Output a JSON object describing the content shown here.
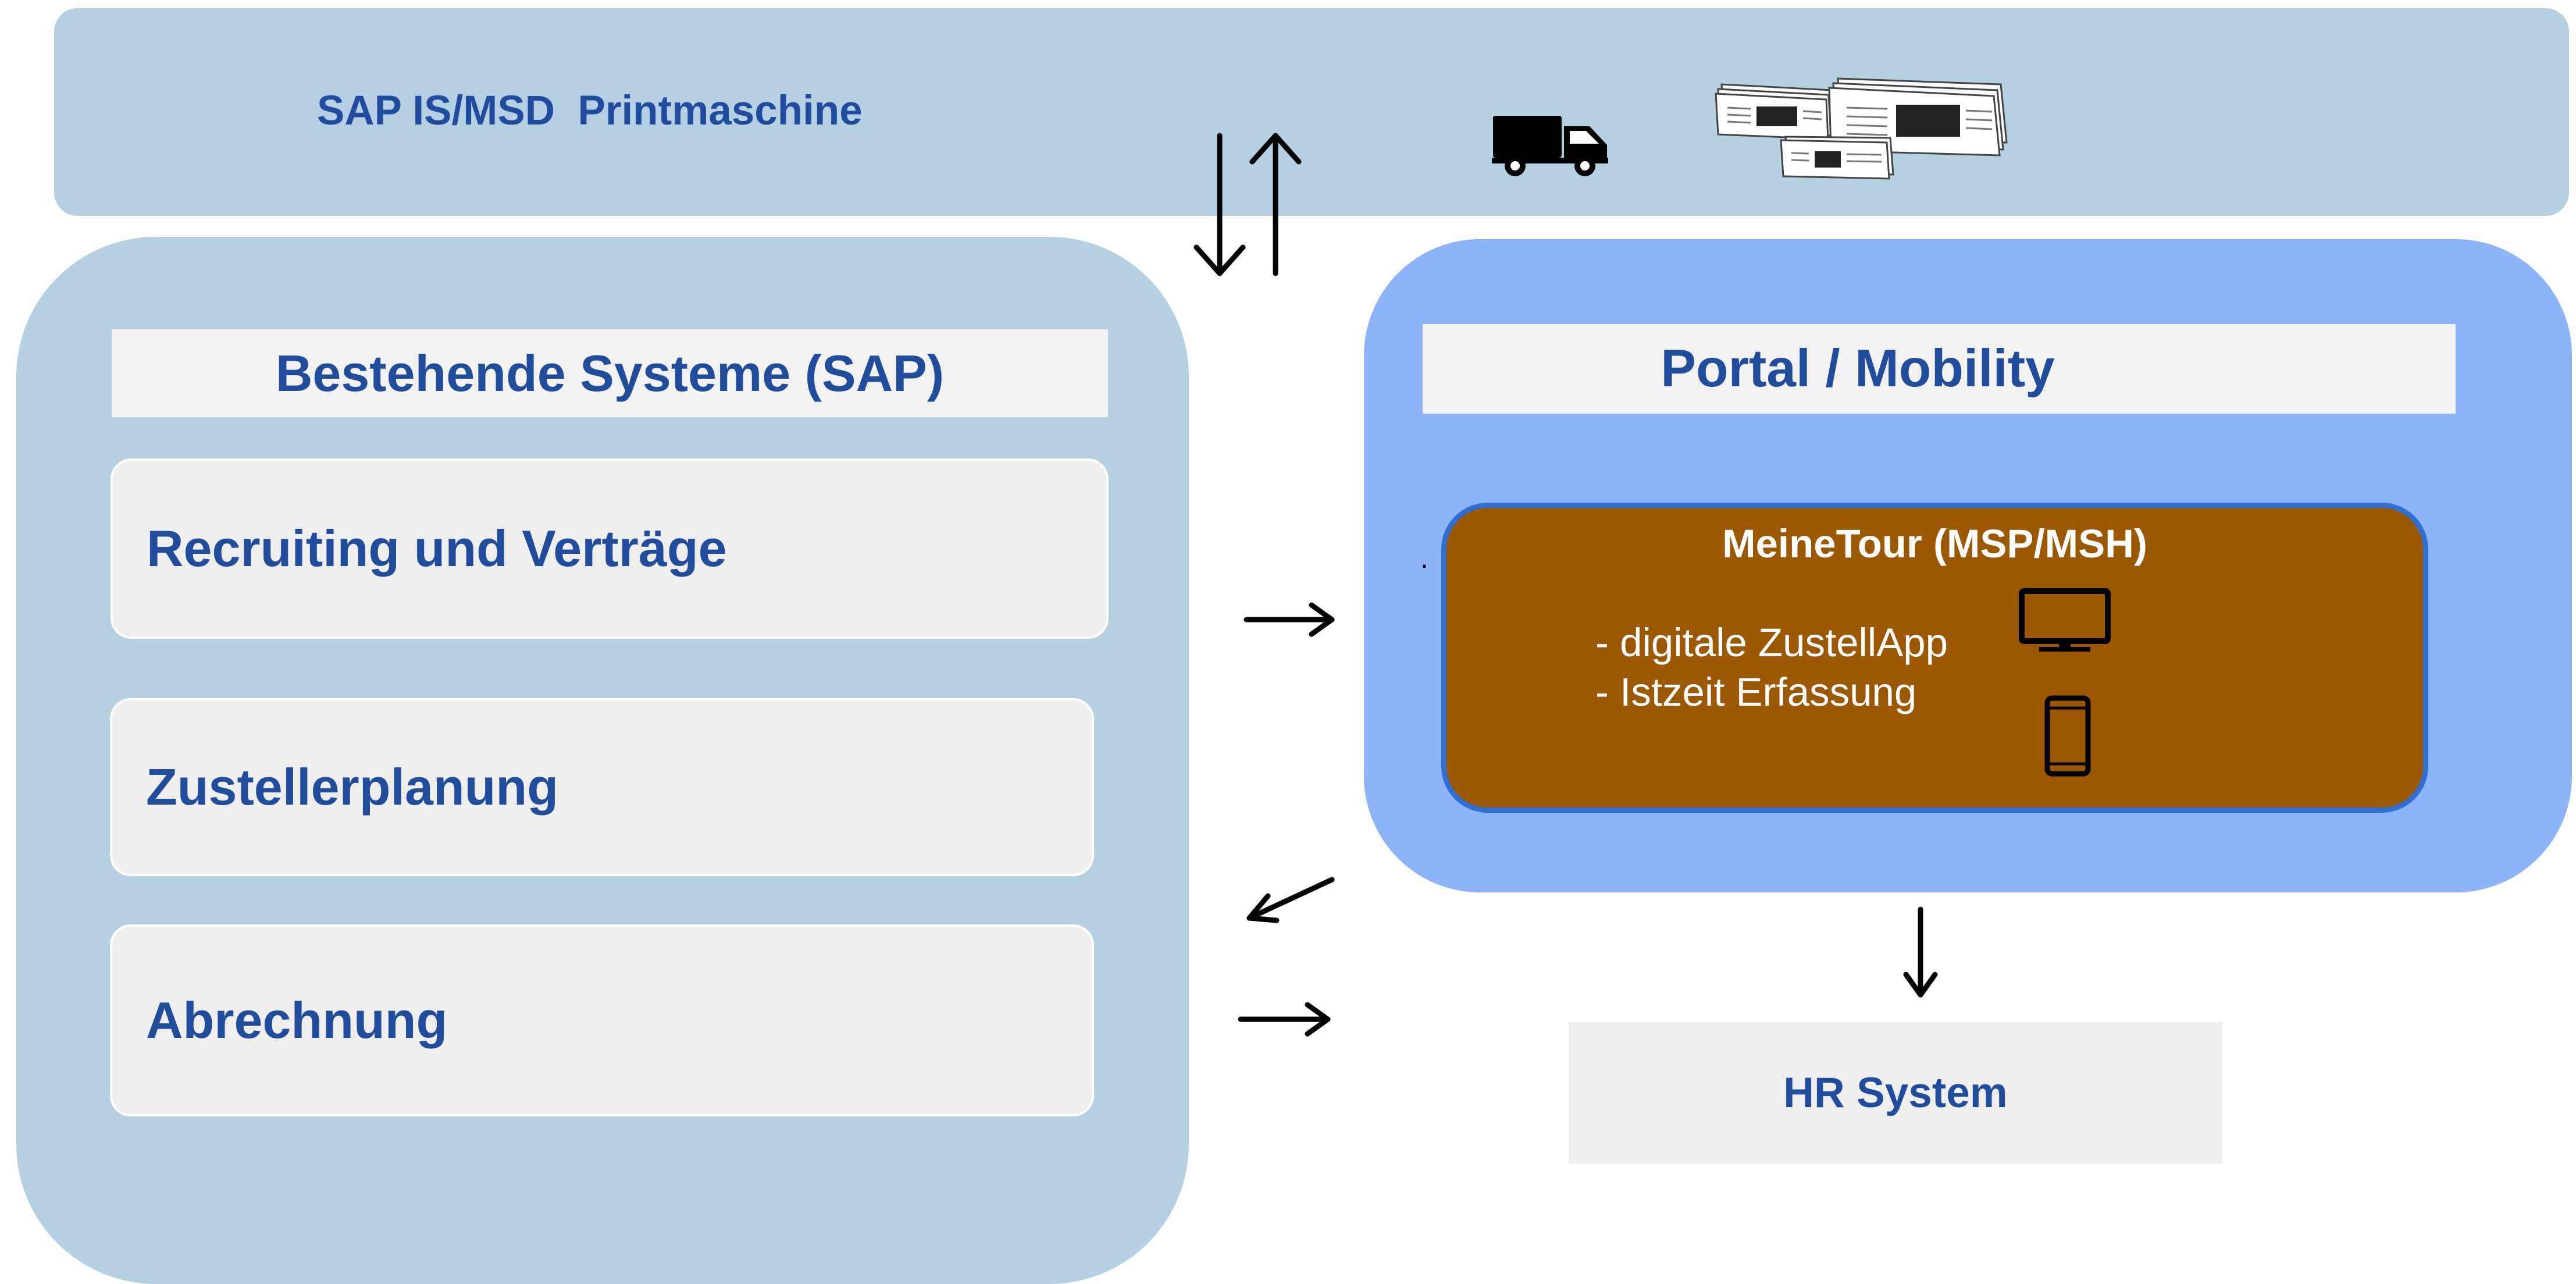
{
  "top_band": {
    "title": "SAP IS/MSD  Printmaschine"
  },
  "left_panel": {
    "header": "Bestehende Systeme (SAP)",
    "modules": [
      "Recruiting und Verträge",
      "Zustellerplanung",
      "Abrechnung"
    ]
  },
  "right_panel": {
    "header": "Portal / Mobility",
    "meinetour": {
      "title": "MeineTour (MSP/MSH)",
      "lines": [
        "- digitale ZustellApp",
        "- Istzeit Erfassung"
      ],
      "marker": "."
    }
  },
  "hr_system": {
    "label": "HR System"
  },
  "icons": [
    "truck-icon",
    "newspapers-icon",
    "monitor-icon",
    "smartphone-icon"
  ],
  "colors": {
    "panel_light_blue": "#b6d0e3",
    "panel_blue": "#8db4f8",
    "text_blue": "#1f4c9c",
    "tour_brown": "#9c5800",
    "tour_border": "#2e6fd0",
    "box_gray": "#eeeeee"
  }
}
